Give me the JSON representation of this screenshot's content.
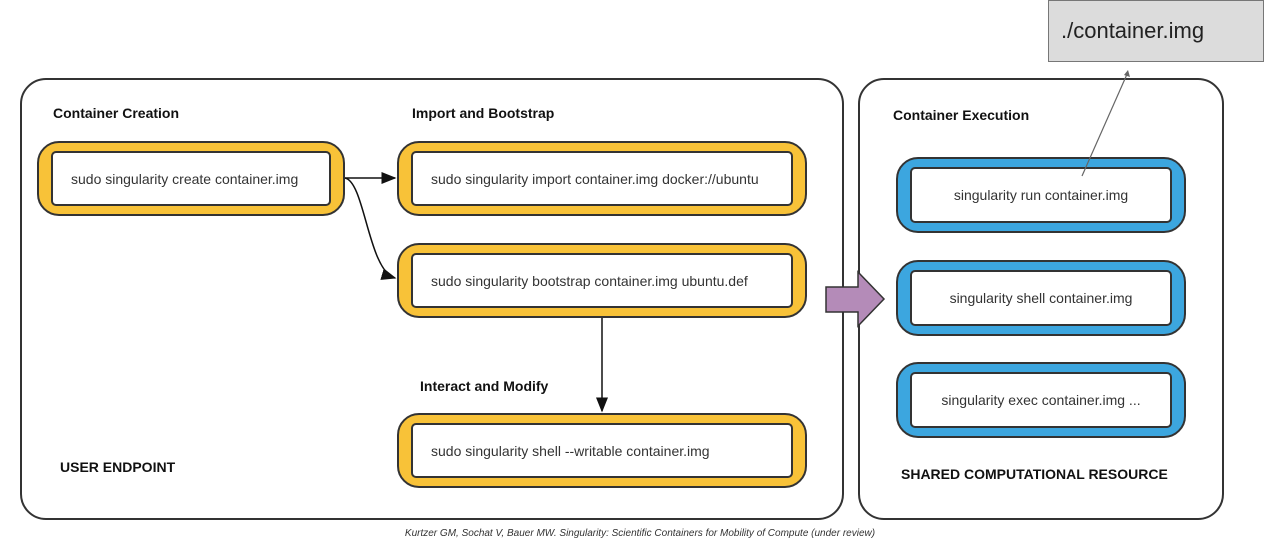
{
  "callout": {
    "label": "./container.img"
  },
  "left_panel": {
    "footer_label": "USER ENDPOINT",
    "sections": {
      "creation": "Container Creation",
      "import": "Import and Bootstrap",
      "interact": "Interact and Modify"
    },
    "commands": {
      "create": "sudo singularity create container.img",
      "import": "sudo singularity import container.img docker://ubuntu",
      "bootstrap": "sudo singularity bootstrap container.img ubuntu.def",
      "shell_writable": "sudo singularity shell --writable container.img"
    }
  },
  "right_panel": {
    "title": "Container Execution",
    "footer_label": "SHARED COMPUTATIONAL RESOURCE",
    "commands": {
      "run": "singularity run container.img",
      "shell": "singularity shell container.img",
      "exec": "singularity exec container.img ..."
    }
  },
  "colors": {
    "yellow": "#f8c238",
    "blue": "#3ca6df",
    "arrow_purple": "#b48bb8",
    "callout_gray": "#dcdcdc"
  },
  "citation": "Kurtzer GM, Sochat V, Bauer MW. Singularity: Scientific Containers for Mobility of Compute (under review)"
}
